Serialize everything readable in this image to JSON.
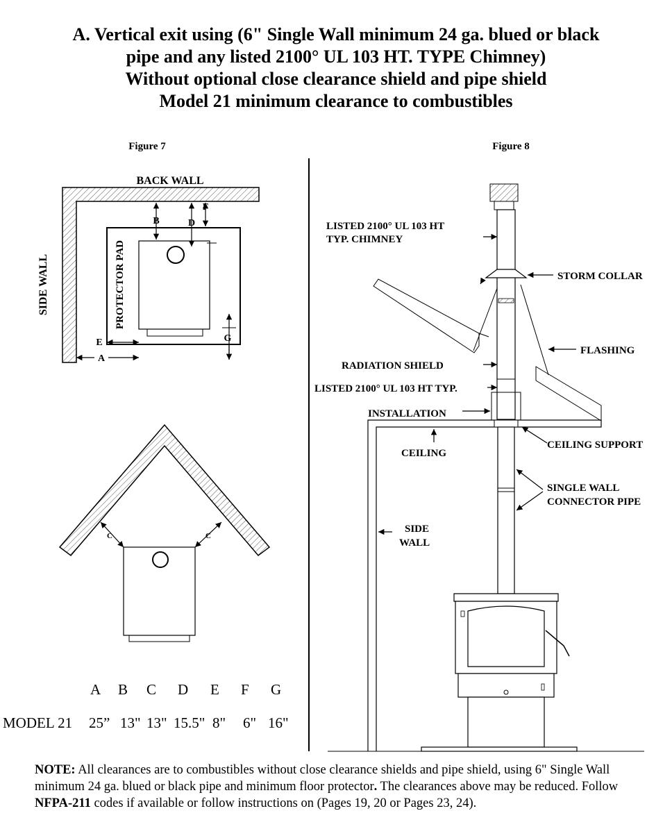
{
  "title": {
    "line1": "A. Vertical exit using  (6\" Single Wall minimum 24 ga. blued or black",
    "line2": "pipe and any listed 2100° UL 103 HT. TYPE Chimney)",
    "line3": "Without optional close clearance shield and  pipe shield",
    "line4": "Model 21 minimum clearance to combustibles"
  },
  "figure7": {
    "caption": "Figure 7",
    "back_wall": "BACK WALL",
    "side_wall": "SIDE WALL",
    "protector_pad": "PROTECTOR PAD",
    "labels": {
      "a": "A",
      "b": "B",
      "c": "C",
      "d": "D",
      "e": "E",
      "f": "F",
      "g": "G"
    }
  },
  "corner": {
    "c_left": "C",
    "c_right": "C"
  },
  "figure8": {
    "caption": "Figure 8",
    "chimney1": "LISTED 2100° UL 103 HT",
    "chimney2": "TYP. CHIMNEY",
    "storm_collar": "STORM COLLAR",
    "flashing": "FLASHING",
    "radiation_shield": "RADIATION  SHIELD",
    "listed_typ": "LISTED 2100° UL 103 HT TYP.",
    "installation": "INSTALLATION",
    "ceiling": "CEILING",
    "ceiling_support": "CEILING SUPPORT",
    "single_wall1": "SINGLE WALL",
    "single_wall2": "CONNECTOR PIPE",
    "side1": "SIDE",
    "side2": "WALL"
  },
  "table": {
    "headers": [
      "A",
      "B",
      "C",
      "D",
      "E",
      "F",
      "G"
    ],
    "row_label": "MODEL 21",
    "values": [
      "25”",
      "13\"",
      "13\"",
      "15.5\"",
      "8\"",
      "6\"",
      "16\""
    ]
  },
  "note": {
    "label": "NOTE:",
    "text1": "  All clearances are to combustibles without close clearance shields and pipe shield, using 6\" Single Wall  minimum 24 ga. blued or black  pipe and minimum floor protector",
    "text2": ". The clearances above may be reduced.  Follow ",
    "code": "NFPA-211",
    "text3": " codes if available or follow instructions on (Pages 19, 20 or Pages 23, 24)."
  }
}
